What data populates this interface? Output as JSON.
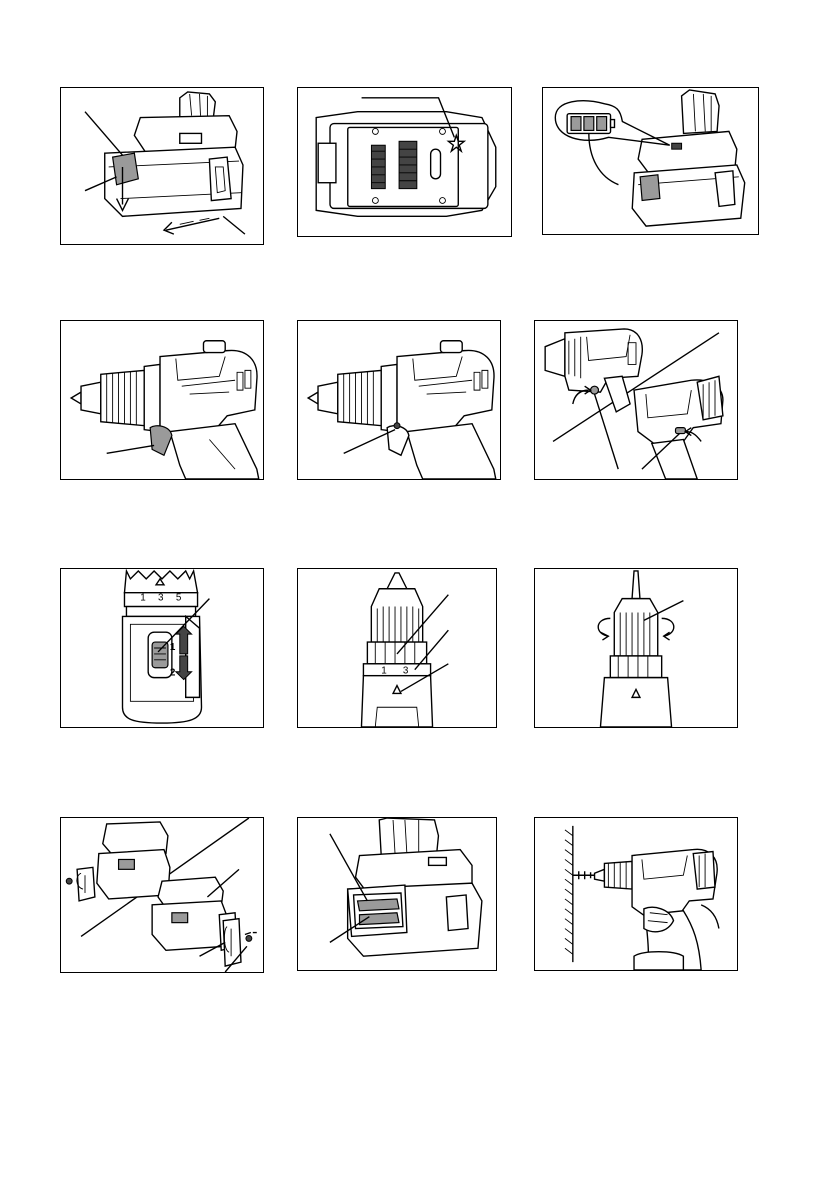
{
  "page": {
    "title": ""
  },
  "figures": [
    {
      "name": "battery-removal",
      "digits": []
    },
    {
      "name": "battery-terminal-star",
      "digits": []
    },
    {
      "name": "battery-indicator",
      "digits": []
    },
    {
      "name": "switch-trigger",
      "digits": []
    },
    {
      "name": "lamp",
      "digits": []
    },
    {
      "name": "reversing-switch",
      "digits": []
    },
    {
      "name": "speed-change-lever",
      "digits": [
        "1",
        "3",
        "5",
        "1",
        "2"
      ]
    },
    {
      "name": "torque-adjusting-ring",
      "digits": [
        "1",
        "3"
      ]
    },
    {
      "name": "sleeve-rotation",
      "digits": []
    },
    {
      "name": "hook-installation",
      "digits": []
    },
    {
      "name": "bit-holder",
      "digits": []
    },
    {
      "name": "screwdriving-operation",
      "digits": []
    }
  ],
  "colors": {
    "line": "#000000",
    "fill": "#ffffff",
    "shade": "#9a9a9a"
  }
}
